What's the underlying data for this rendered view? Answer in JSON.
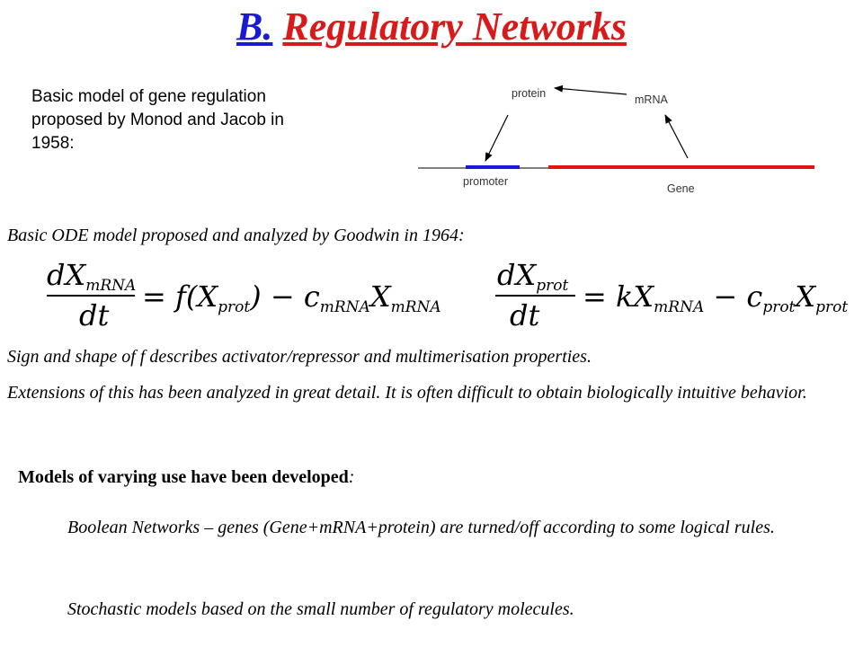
{
  "title": {
    "part_a": "B.",
    "part_b": "Regulatory Networks"
  },
  "intro": "Basic model of gene regulation proposed by Monod and Jacob in 1958:",
  "diagram": {
    "protein_label": "protein",
    "mrna_label": "mRNA",
    "promoter_label": "promoter",
    "gene_label": "Gene",
    "colors": {
      "promoter": "#1a1ad6",
      "gene": "#e01515",
      "line": "#000000"
    }
  },
  "goodwin": "Basic ODE model proposed and analyzed by Goodwin in 1964:",
  "equations": {
    "eq1": {
      "num_d": "dX",
      "num_sub": "mRNA",
      "den": "dt",
      "rhs_f": "= f(X",
      "rhs_f_sub": "prot",
      "rhs_f_close": ")",
      "rhs_minus": " − c",
      "rhs_c_sub": "mRNA",
      "rhs_x": "X",
      "rhs_x_sub": "mRNA"
    },
    "eq2": {
      "num_d": "dX",
      "num_sub": "prot",
      "den": "dt",
      "rhs_k": "= kX",
      "rhs_k_sub": "mRNA",
      "rhs_minus": " − c",
      "rhs_c_sub": "prot",
      "rhs_x": "X",
      "rhs_x_sub": "prot"
    }
  },
  "sign_text": "Sign and shape of f describes activator/repressor and multimerisation properties.",
  "extension_text": "Extensions of this has been analyzed in great detail.  It is often difficult to obtain biologically intuitive behavior.",
  "models_heading": "Models of varying use have been developed",
  "models_colon": ":",
  "boolean_text": "Boolean Networks – genes (Gene+mRNA+protein) are turned/off according to some logical rules.",
  "stochastic_text": "Stochastic models based on the small number of regulatory molecules."
}
